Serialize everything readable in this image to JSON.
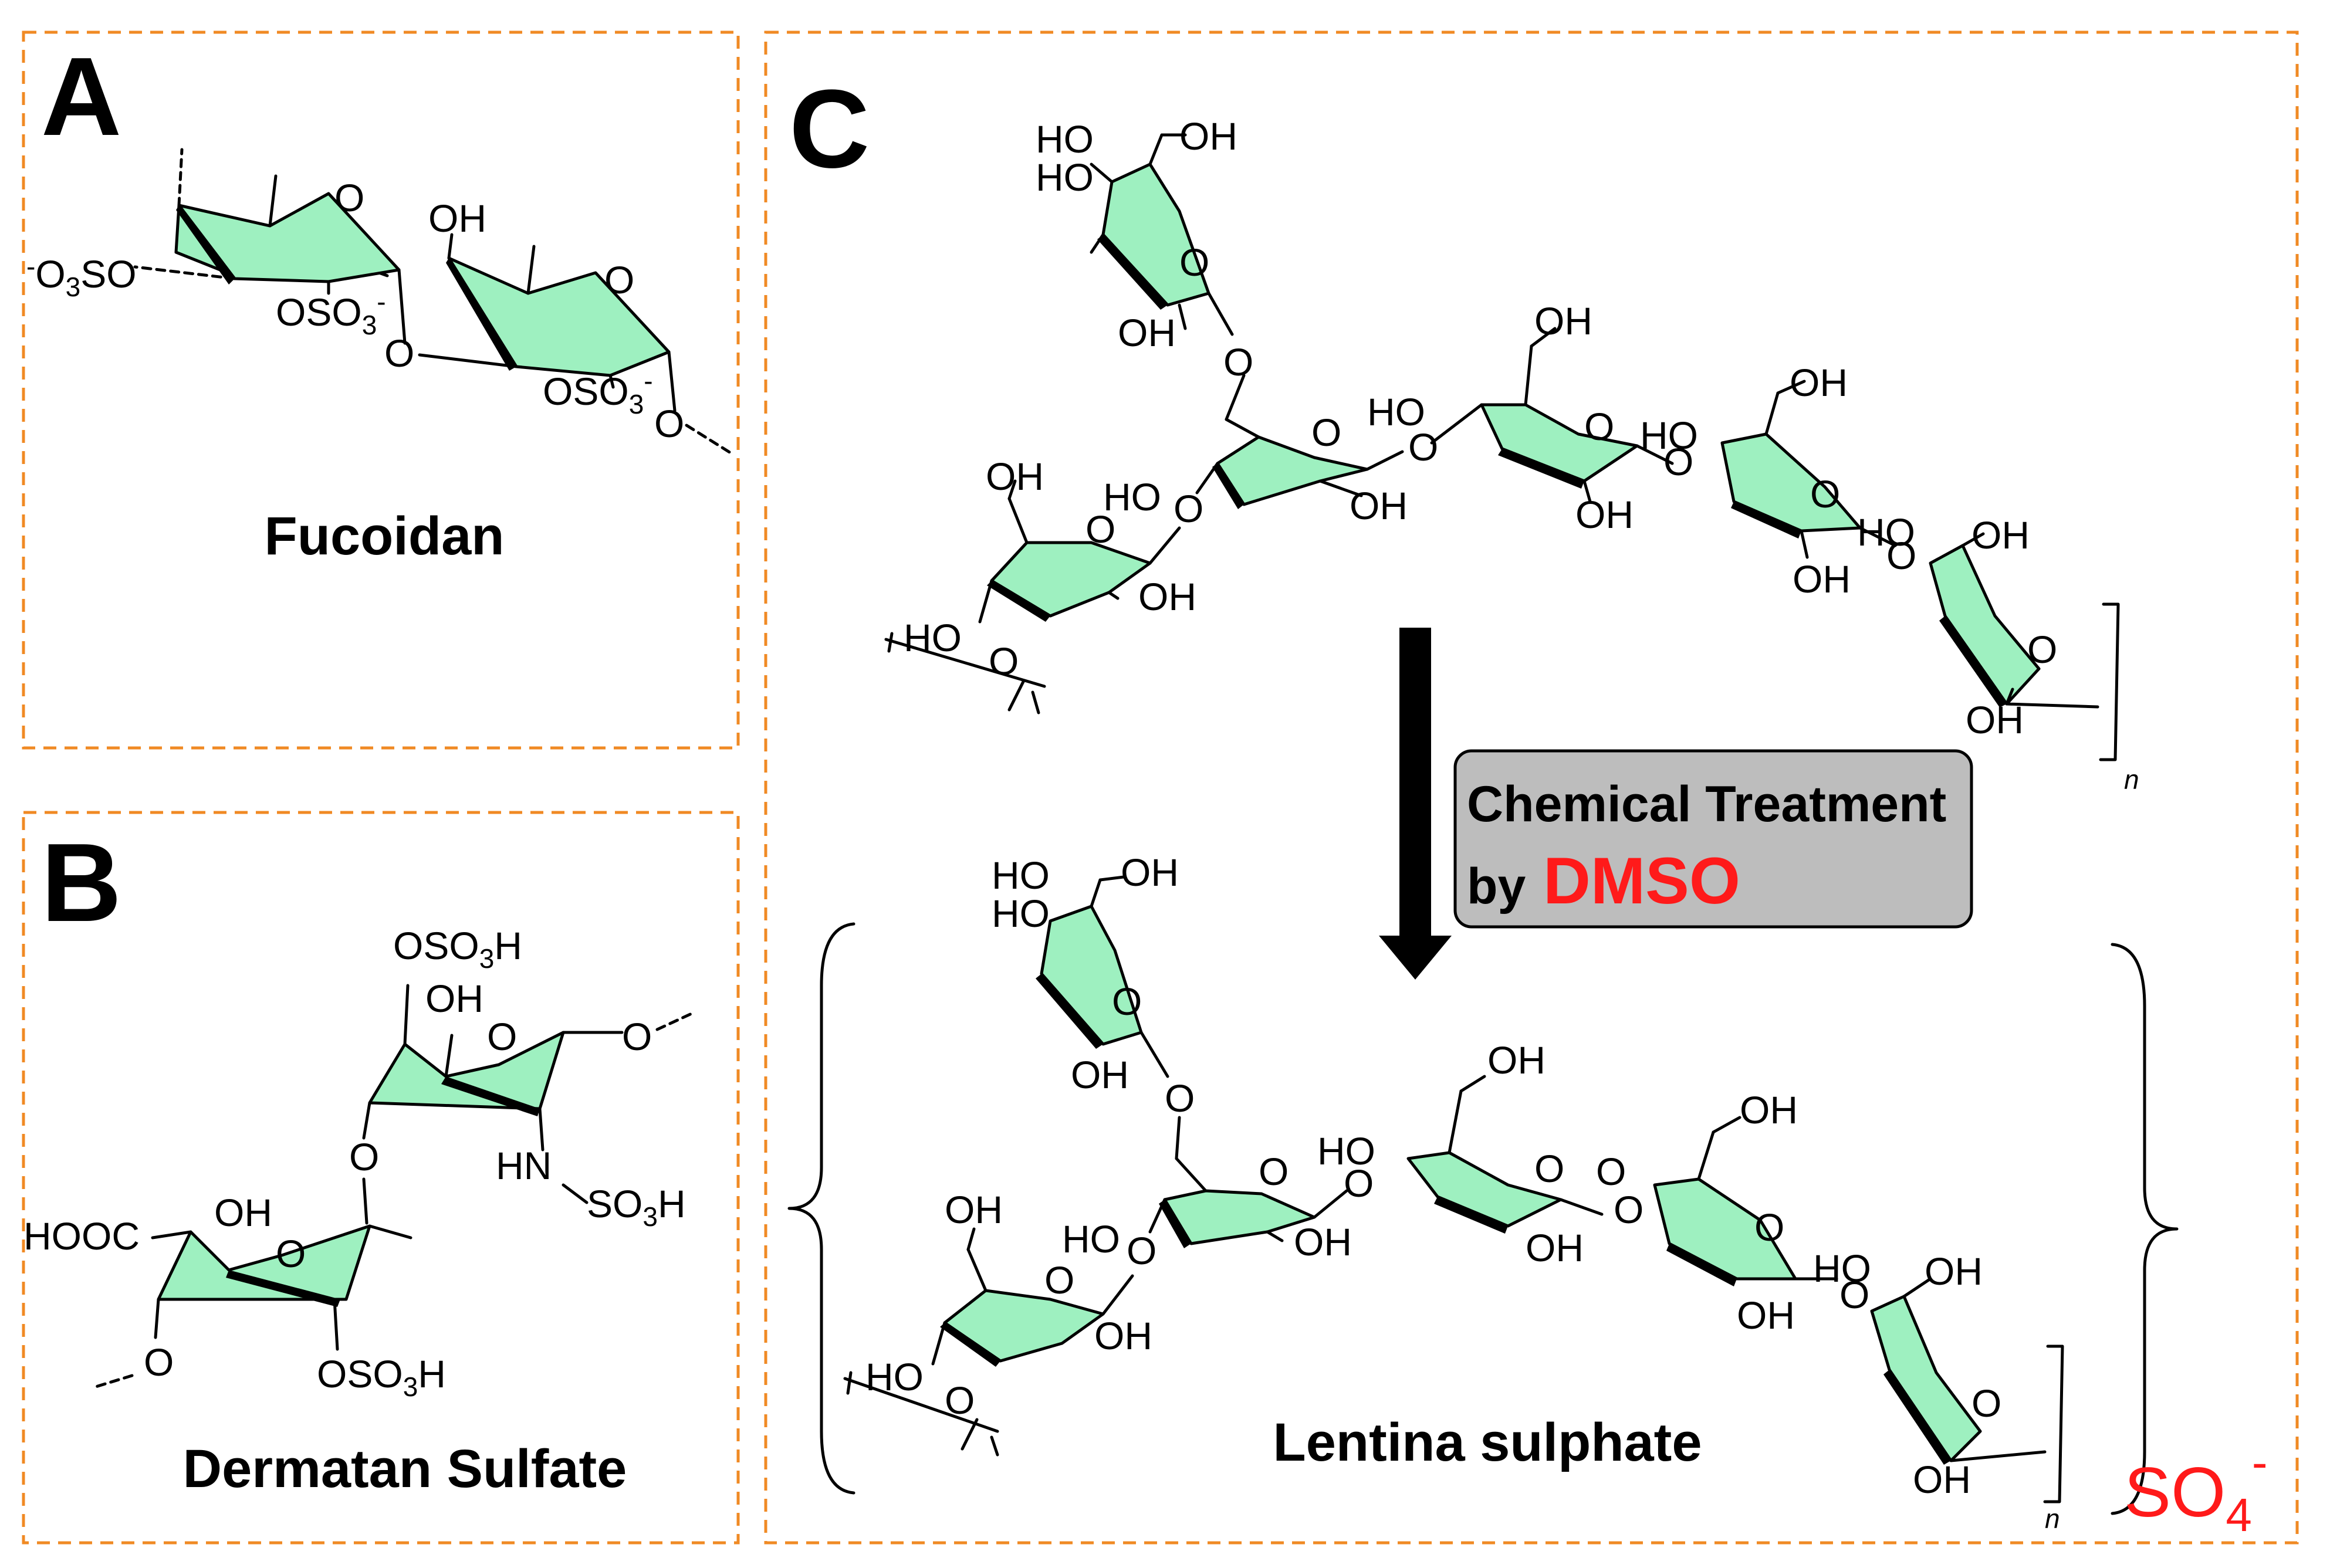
{
  "panels": {
    "a": {
      "letter": "A",
      "compound": "Fucoidan"
    },
    "b": {
      "letter": "B",
      "compound": "Dermatan Sulfate"
    },
    "c": {
      "letter": "C",
      "product": "Lentina sulphate",
      "reagent_box": {
        "line1": "Chemical Treatment",
        "line2_prefix": "by",
        "line2_reagent": "DMSO"
      },
      "sulfate_label": {
        "text": "SO",
        "subscript": "4",
        "superscript": "-"
      }
    }
  },
  "atom_labels": {
    "oh": "OH",
    "ho": "HO",
    "o": "O",
    "so3": "SO",
    "n": "n",
    "hooc": "HOOC",
    "hn": "HN",
    "h": "H",
    "minus": "-",
    "three": "3"
  },
  "colors": {
    "ring_fill": "#9EF0C0",
    "box_border": "#F08A24",
    "reagent_box_fill": "#BDBDBD",
    "highlight": "#FF1A1A"
  }
}
